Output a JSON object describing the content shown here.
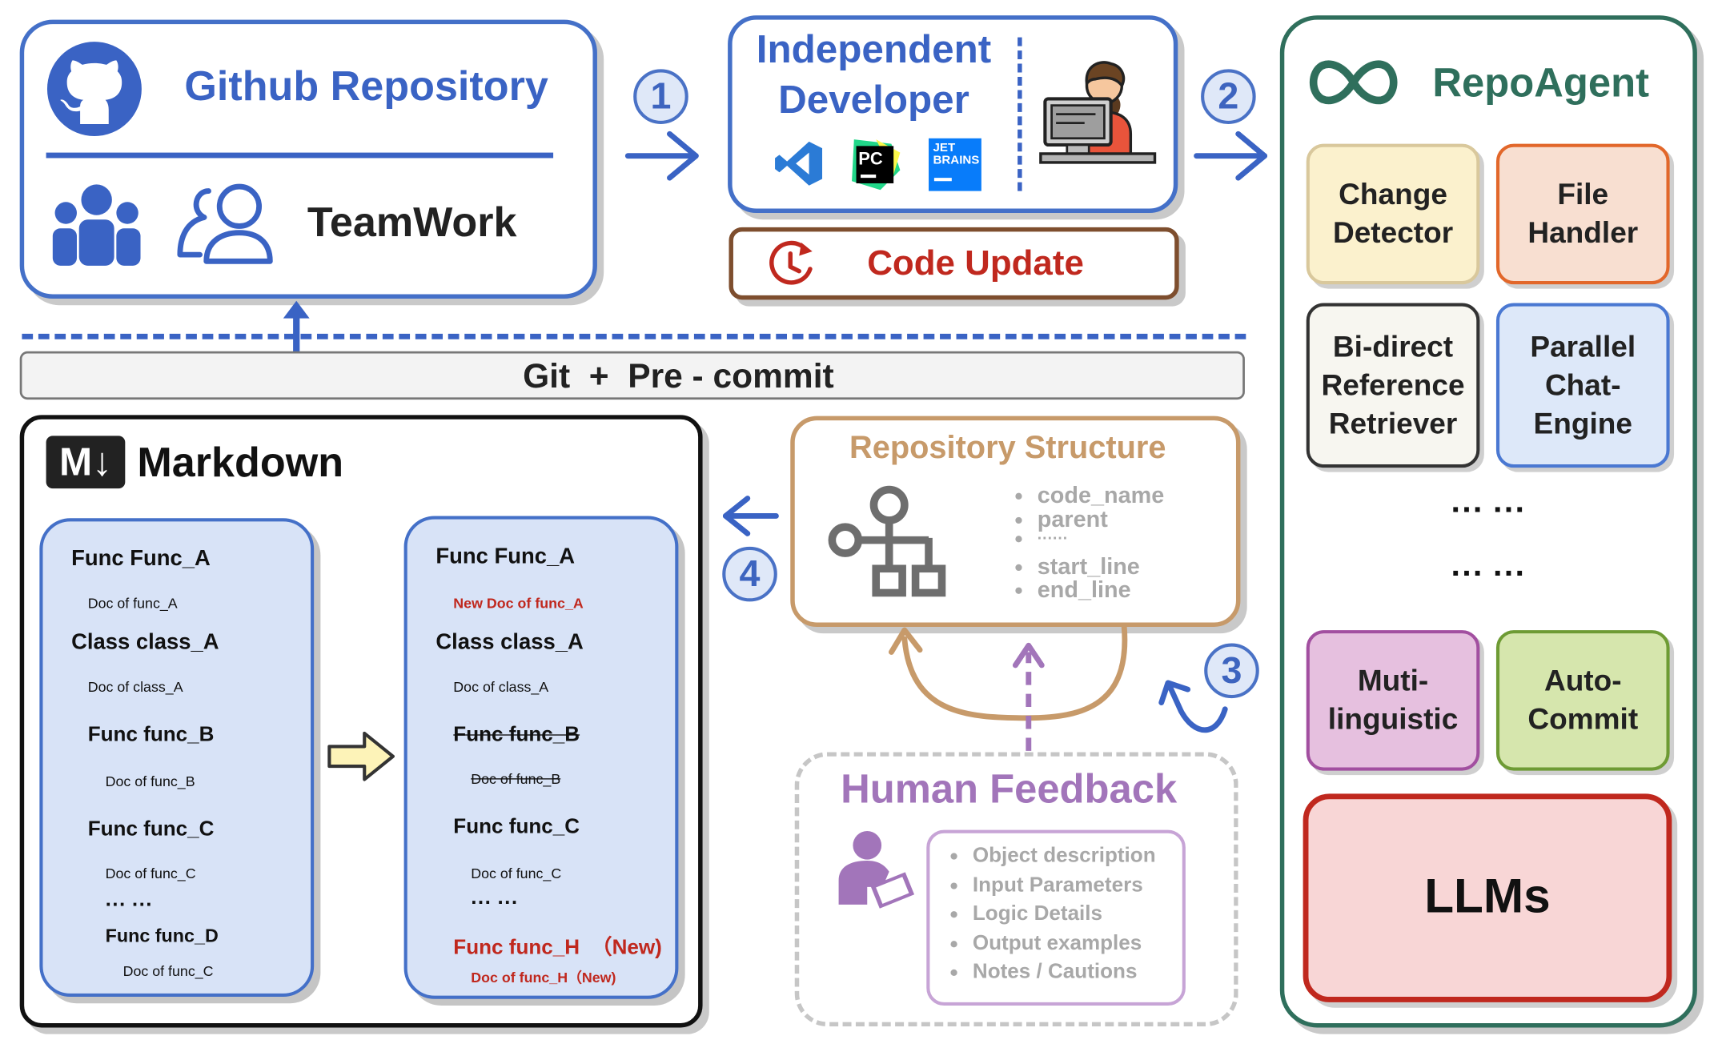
{
  "github": {
    "title": "Github Repository",
    "teamwork": "TeamWork"
  },
  "developer": {
    "title_line1": "Independent",
    "title_line2": "Developer",
    "pc_label": "PC",
    "jet_line1": "JET",
    "jet_line2": "BRAINS"
  },
  "code_update": "Code Update",
  "steps": [
    "1",
    "2",
    "3",
    "4"
  ],
  "git_bar": "Git  +  Pre - commit",
  "repoagent": {
    "title": "RepoAgent",
    "modules": [
      {
        "lines": [
          "Change",
          "Detector"
        ]
      },
      {
        "lines": [
          "File",
          "Handler"
        ]
      },
      {
        "lines": [
          "Bi-direct",
          "Reference",
          "Retriever"
        ]
      },
      {
        "lines": [
          "Parallel",
          "Chat-",
          "Engine"
        ]
      },
      {
        "lines": [
          "Muti-",
          "linguistic"
        ]
      },
      {
        "lines": [
          "Auto-",
          "Commit"
        ]
      }
    ],
    "ellipsis": "··· ···",
    "llms": "LLMs"
  },
  "markdown": {
    "logo": "M↓",
    "title": "Markdown",
    "old": [
      {
        "text": "Func Func_A"
      },
      {
        "text": "Doc of func_A"
      },
      {
        "text": "Class class_A"
      },
      {
        "text": "Doc of class_A"
      },
      {
        "text": "Func func_B"
      },
      {
        "text": "Doc of func_B"
      },
      {
        "text": "Func func_C"
      },
      {
        "text": "Doc of func_C"
      },
      {
        "text": "··· ···"
      },
      {
        "text": "Func func_D"
      },
      {
        "text": "Doc of func_C"
      }
    ],
    "new": [
      {
        "text": "Func Func_A"
      },
      {
        "text": "New Doc of func_A"
      },
      {
        "text": "Class class_A"
      },
      {
        "text": "Doc of class_A"
      },
      {
        "text": "Func func_B"
      },
      {
        "text": "Doc of func_B"
      },
      {
        "text": "Func func_C"
      },
      {
        "text": "Doc of func_C"
      },
      {
        "text": "··· ···"
      },
      {
        "text": "Func func_H  （New)"
      },
      {
        "text": "Doc of func_H（New)"
      }
    ]
  },
  "repo_structure": {
    "title": "Repository Structure",
    "items": [
      "code_name",
      "parent",
      "······",
      "start_line",
      "end_line"
    ]
  },
  "human_feedback": {
    "title": "Human Feedback",
    "items": [
      "Object description",
      "Input Parameters",
      "Logic Details",
      "Output examples",
      "Notes / Cautions"
    ]
  },
  "colors": {
    "blue": "#3a63c4",
    "green": "#2f6f5c",
    "brown": "#c79a6a",
    "purple": "#a275ba",
    "red": "#c0281e"
  }
}
